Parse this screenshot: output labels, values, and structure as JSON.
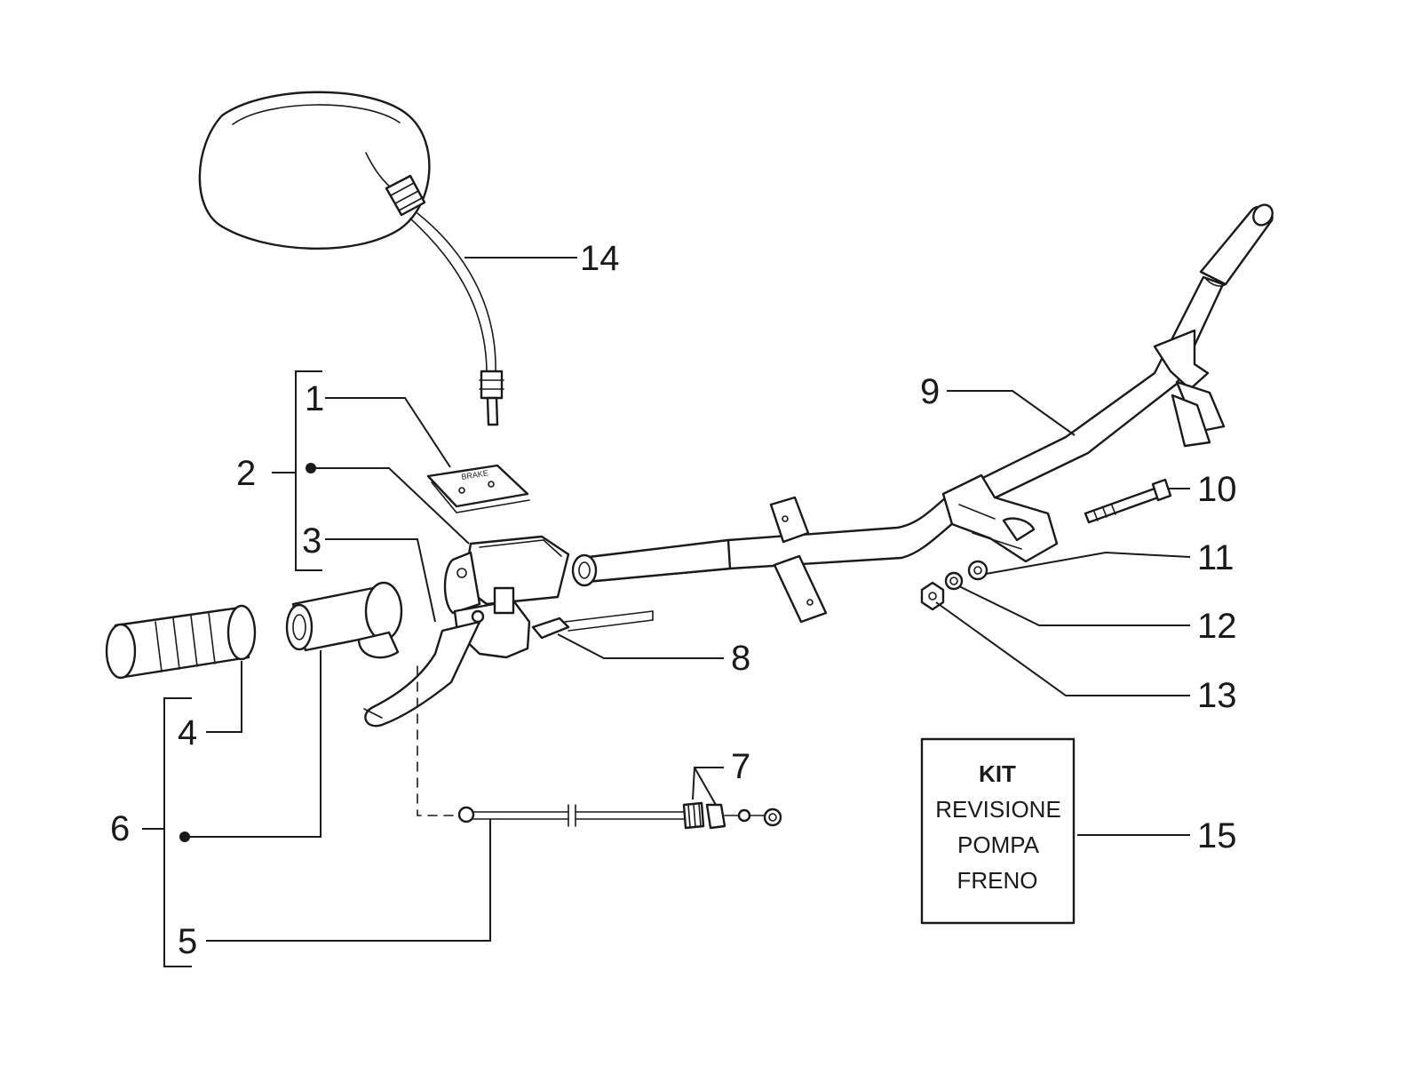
{
  "callouts": {
    "c1": "1",
    "c2": "2",
    "c3": "3",
    "c4": "4",
    "c5": "5",
    "c6": "6",
    "c7": "7",
    "c8": "8",
    "c9": "9",
    "c10": "10",
    "c11": "11",
    "c12": "12",
    "c13": "13",
    "c14": "14",
    "c15": "15"
  },
  "kit_box": {
    "line1": "KIT",
    "line2": "REVISIONE",
    "line3": "POMPA",
    "line4": "FRENO"
  },
  "reservoir_cover_label": "BRAKE"
}
